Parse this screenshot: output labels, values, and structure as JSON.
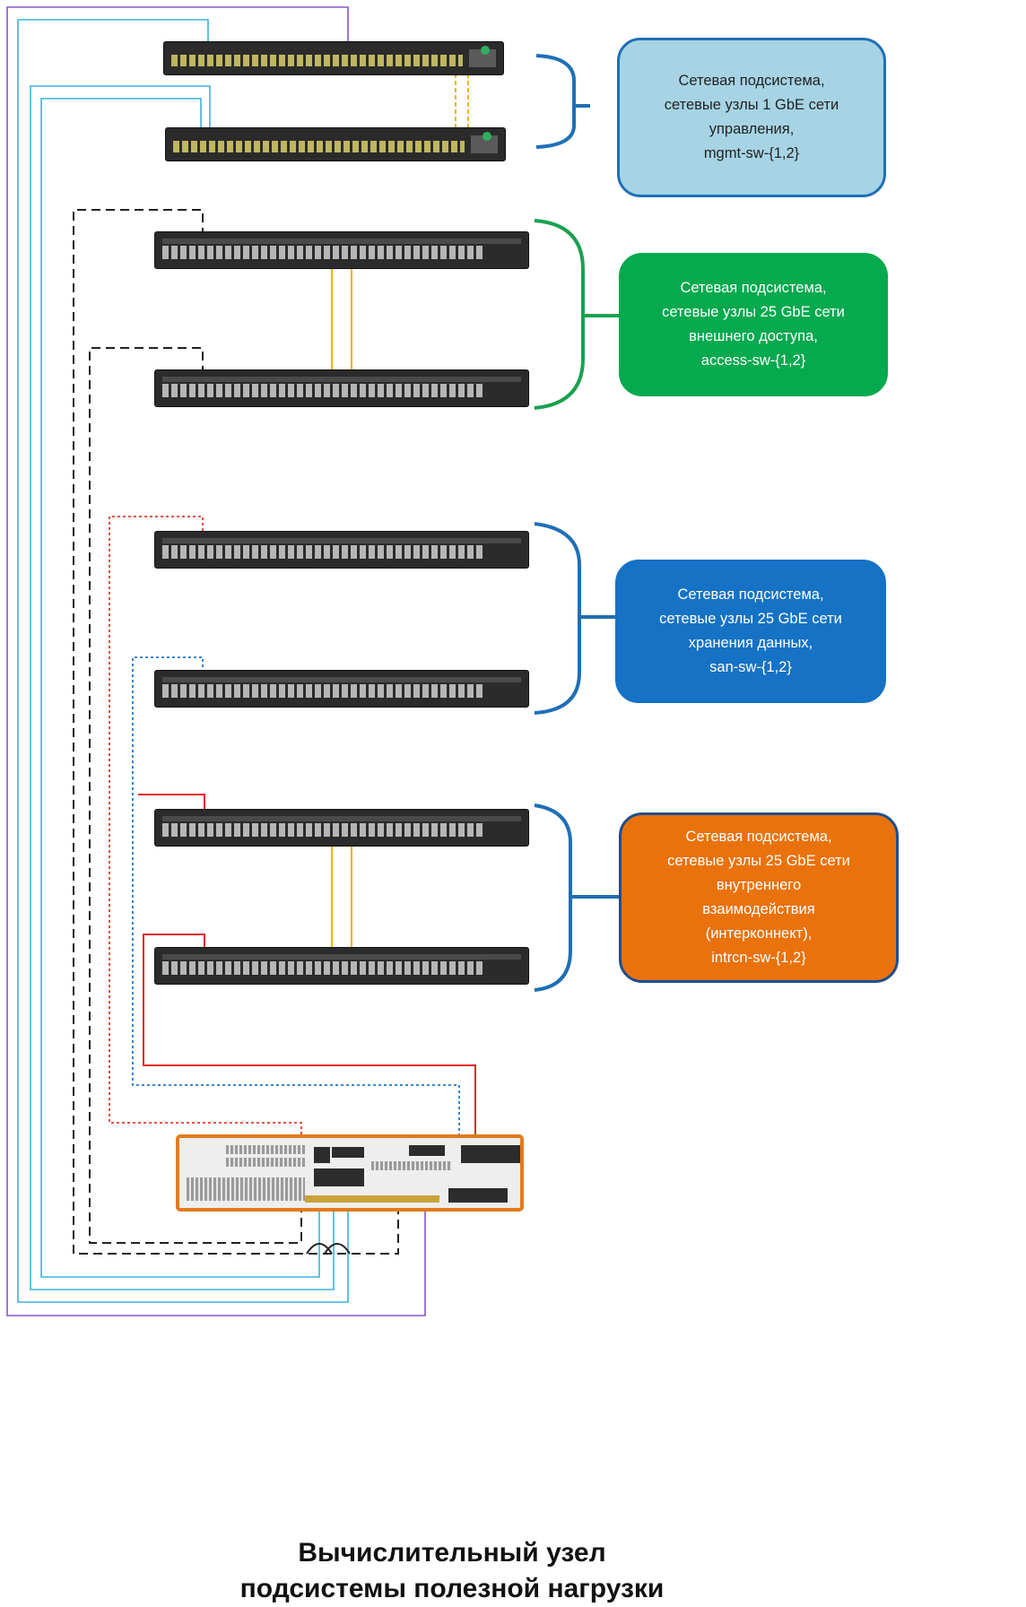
{
  "groups": [
    {
      "id": "mgmt",
      "text": "Сетевая подсистема,\nсетевые узлы 1 GbE сети\nуправления,\nmgmt-sw-{1,2}",
      "fill": "#a6d4e4",
      "border": "#1f6fb5",
      "text_color": "#222222"
    },
    {
      "id": "access",
      "text": "Сетевая подсистема,\nсетевые узлы 25 GbE сети\nвнешнего доступа,\naccess-sw-{1,2}",
      "fill": "#05a94e",
      "border": "#05a94e",
      "text_color": "#ffffff"
    },
    {
      "id": "san",
      "text": "Сетевая подсистема,\nсетевые узлы 25 GbE сети\nхранения данных,\nsan-sw-{1,2}",
      "fill": "#1672c4",
      "border": "#1672c4",
      "text_color": "#ffffff"
    },
    {
      "id": "intrcn",
      "text": "Сетевая подсистема,\nсетевые узлы 25 GbE сети\nвнутреннего\nвзаимодействия\n(интерконнект),\nintrcn-sw-{1,2}",
      "fill": "#e9720d",
      "border": "#1f4e8c",
      "text_color": "#ffffff"
    }
  ],
  "caption": {
    "line1": "Вычислительный узел",
    "line2": "подсистемы полезной нагрузки"
  },
  "colors": {
    "mgmt_link": "#3bb3e0",
    "mgmt_link2": "#8b55c7",
    "access_link": "#222222",
    "san_a": "#e03a2f",
    "san_b": "#1f78c8",
    "intrcn_link": "#e0251f",
    "isl": "#f0b400",
    "server_border": "#e47a1c"
  },
  "icons": {
    "switch": "switch-icon",
    "server": "server-icon",
    "brace": "brace-icon"
  }
}
